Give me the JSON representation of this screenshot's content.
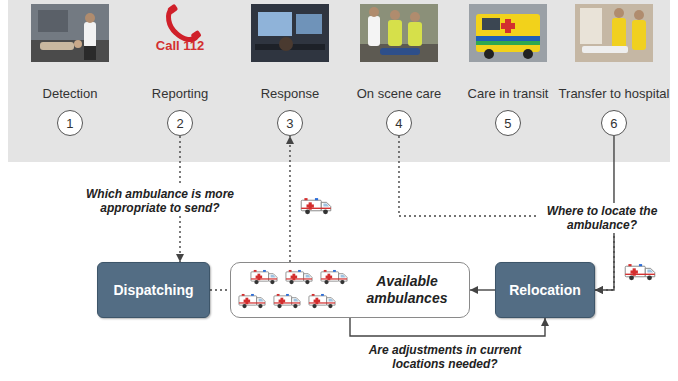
{
  "diagram": {
    "nodes": [
      {
        "text": [
          "Detection",
          "1"
        ]
      },
      {
        "text": [
          "Reporting",
          "2"
        ]
      },
      {
        "text": [
          "Response",
          "3"
        ]
      },
      {
        "text": [
          "On scene care",
          "4"
        ]
      },
      {
        "text": [
          "Care in transit",
          "5"
        ]
      },
      {
        "text": [
          "Transfer to hospital",
          "6"
        ]
      },
      {
        "text": [
          "Dispatching"
        ]
      },
      {
        "text": [
          "Available ambulances"
        ]
      },
      {
        "text": [
          "Relocation"
        ]
      }
    ],
    "edges": [
      {
        "from": 1,
        "to": 6,
        "arrow": "to",
        "label": "Which ambulance is more appropriate to send?"
      },
      {
        "from": 6,
        "to": 7,
        "arrow": "none"
      },
      {
        "from": 7,
        "to": 2,
        "arrow": "to"
      },
      {
        "from": 3,
        "to": 8,
        "arrow": "to"
      },
      {
        "from": 5,
        "to": 8,
        "arrow": "to",
        "label": "Where to locate the ambulance?"
      },
      {
        "from": 8,
        "to": 7,
        "arrow": "to"
      },
      {
        "from": 7,
        "to": 8,
        "arrow": "to",
        "label": "Are adjustments in current locations needed?"
      }
    ],
    "labels": [
      "Call 112"
    ]
  }
}
